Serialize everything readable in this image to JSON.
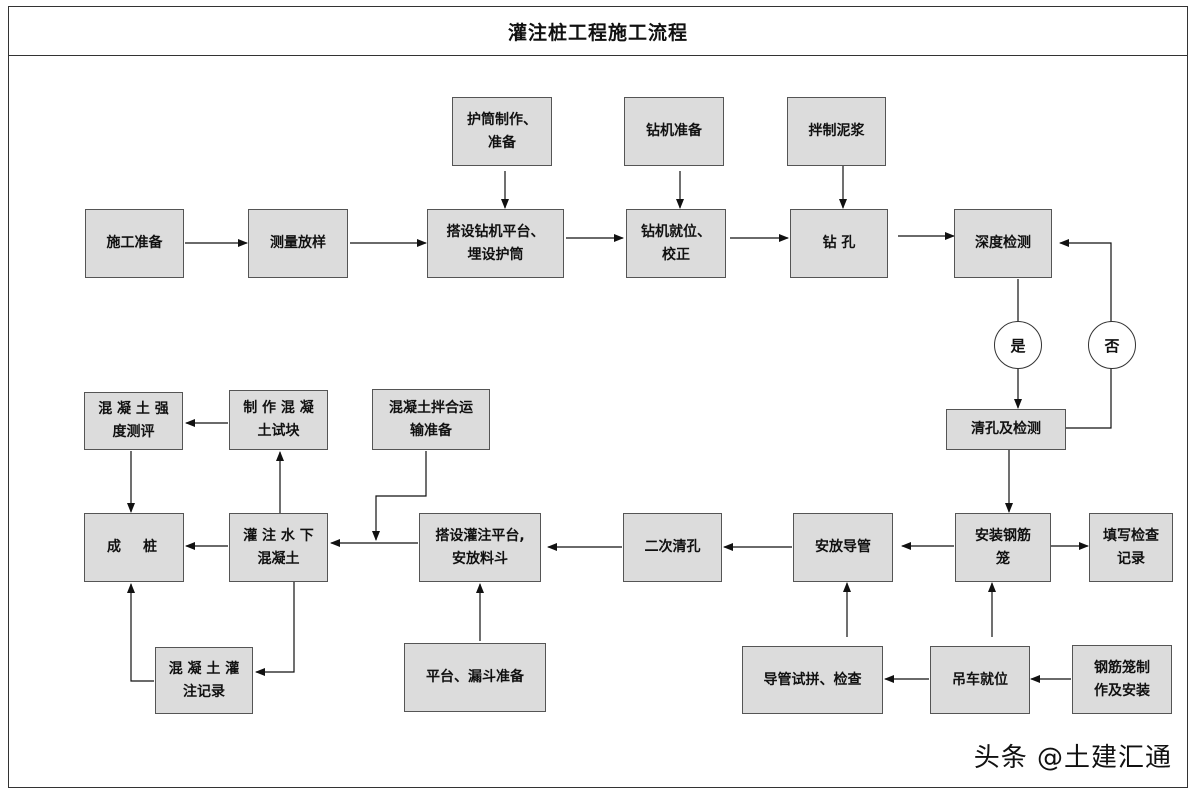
{
  "title": "灌注桩工程施工流程",
  "nodes": {
    "construction_prep": "施工准备",
    "survey_layout": "测量放样",
    "casing_make": "护筒制作、\n准备",
    "platform_casing": "搭设钻机平台、\n埋设护筒",
    "rig_prep": "钻机准备",
    "rig_position": "钻机就位、\n校正",
    "mud_mix": "拌制泥浆",
    "drilling": "钻 孔",
    "depth_check": "深度检测",
    "yes": "是",
    "no": "否",
    "hole_clean": "清孔及检测",
    "cage_install": "安装钢筋\n笼",
    "fill_record": "填写检查\n记录",
    "cage_make": "钢筋笼制\n作及安装",
    "crane_position": "吊车就位",
    "pipe_test": "导管试拼、检查",
    "place_pipe": "安放导管",
    "second_clean": "二次清孔",
    "pour_platform": "搭设灌注平台,\n安放料斗",
    "platform_prep": "平台、漏斗准备",
    "concrete_transport": "混凝土拌合运\n输准备",
    "pour_concrete": "灌 注 水 下\n混凝土",
    "make_blocks": "制 作 混 凝\n土试块",
    "strength_eval": "混 凝 土 强\n度测评",
    "pile_done": "成　桩",
    "pour_record": "混 凝 土 灌\n注记录"
  },
  "watermark": "头条 @土建汇通"
}
